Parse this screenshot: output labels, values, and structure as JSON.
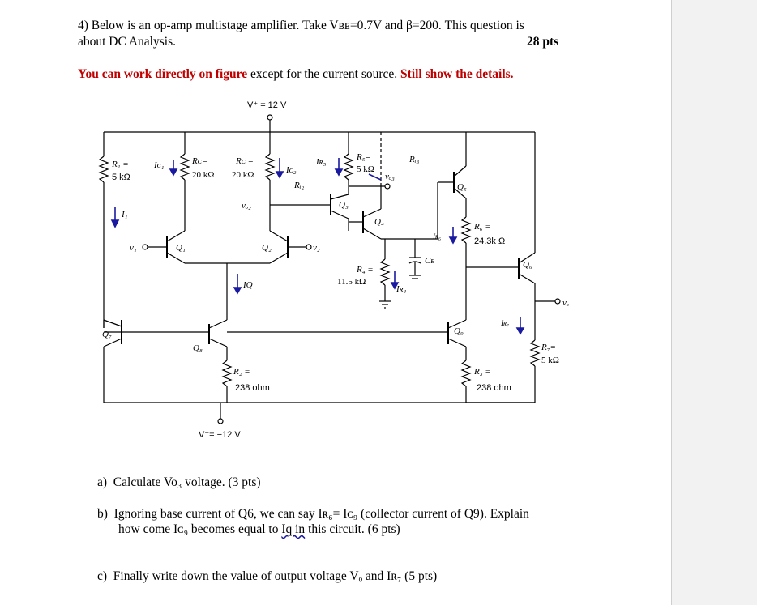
{
  "question": {
    "title_line1": "4) Below is an op-amp multistage amplifier. Take Vʙᴇ=0.7V and β=200. This question is",
    "title_line2": "about DC Analysis.",
    "points": "28 pts",
    "instr_part1": "You can work directly on figure",
    "instr_part2": " except for the current source. ",
    "instr_part3": "Still show the details."
  },
  "circuit": {
    "vplus": "V⁺ = 12 V",
    "vminus": "V⁻= −12 V",
    "r1": "R₁ =",
    "r1_val": "5 kΩ",
    "rc_a": "Rᴄ=",
    "rc_a_val": "20 kΩ",
    "rc_b": "Rᴄ =",
    "rc_b_val": "20 kΩ",
    "r5": "R₅=",
    "r5_val": "5 kΩ",
    "r4": "R₄ =",
    "r4_val": "11.5 kΩ",
    "r6": "R₆ =",
    "r6_val": "24.3k Ω",
    "r7": "R₇=",
    "r7_val": "5 kΩ",
    "r2": "R₂ =",
    "r2_val": "238 ohm",
    "r3": "R₃ =",
    "r3_val": "238 ohm",
    "ri2": "Rᵢ₂",
    "ri3": "Rᵢ₃",
    "i1": "I₁",
    "ic1": "Iᴄ₁",
    "ic2": "Iᴄ₂",
    "ir5": "Iʀ₅",
    "ir4": "Iʀ₄",
    "ir6": "Iʀ₆",
    "ir7": "Iʀ₇",
    "iq": "IQ",
    "vo2": "vₒ₂",
    "vo3": "vₒ₃",
    "vo": "vₒ",
    "v1": "v₁",
    "v2": "v₂",
    "ce": "Cᴇ",
    "q1": "Q₁",
    "q2": "Q₂",
    "q3": "Q₃",
    "q4": "Q₄",
    "q5": "Q₅",
    "q6": "Q₆",
    "q7": "Q₇",
    "q8": "Q₈",
    "q9": "Q₉"
  },
  "parts": {
    "a": "a)  Calculate Vo₃ voltage. (3 pts)",
    "b1": "b)  Ignoring base current of Q6, we can say Iʀ₆= Iᴄ₉ (collector current of Q9).  Explain",
    "b2_pre": "how come Iᴄ₉ becomes equal to ",
    "b2_wavy": "Iq in",
    "b2_post": " this circuit.  (6 pts)",
    "c": "c)  Finally write down the value of output voltage Vₒ and Iʀ₇ (5 pts)"
  }
}
